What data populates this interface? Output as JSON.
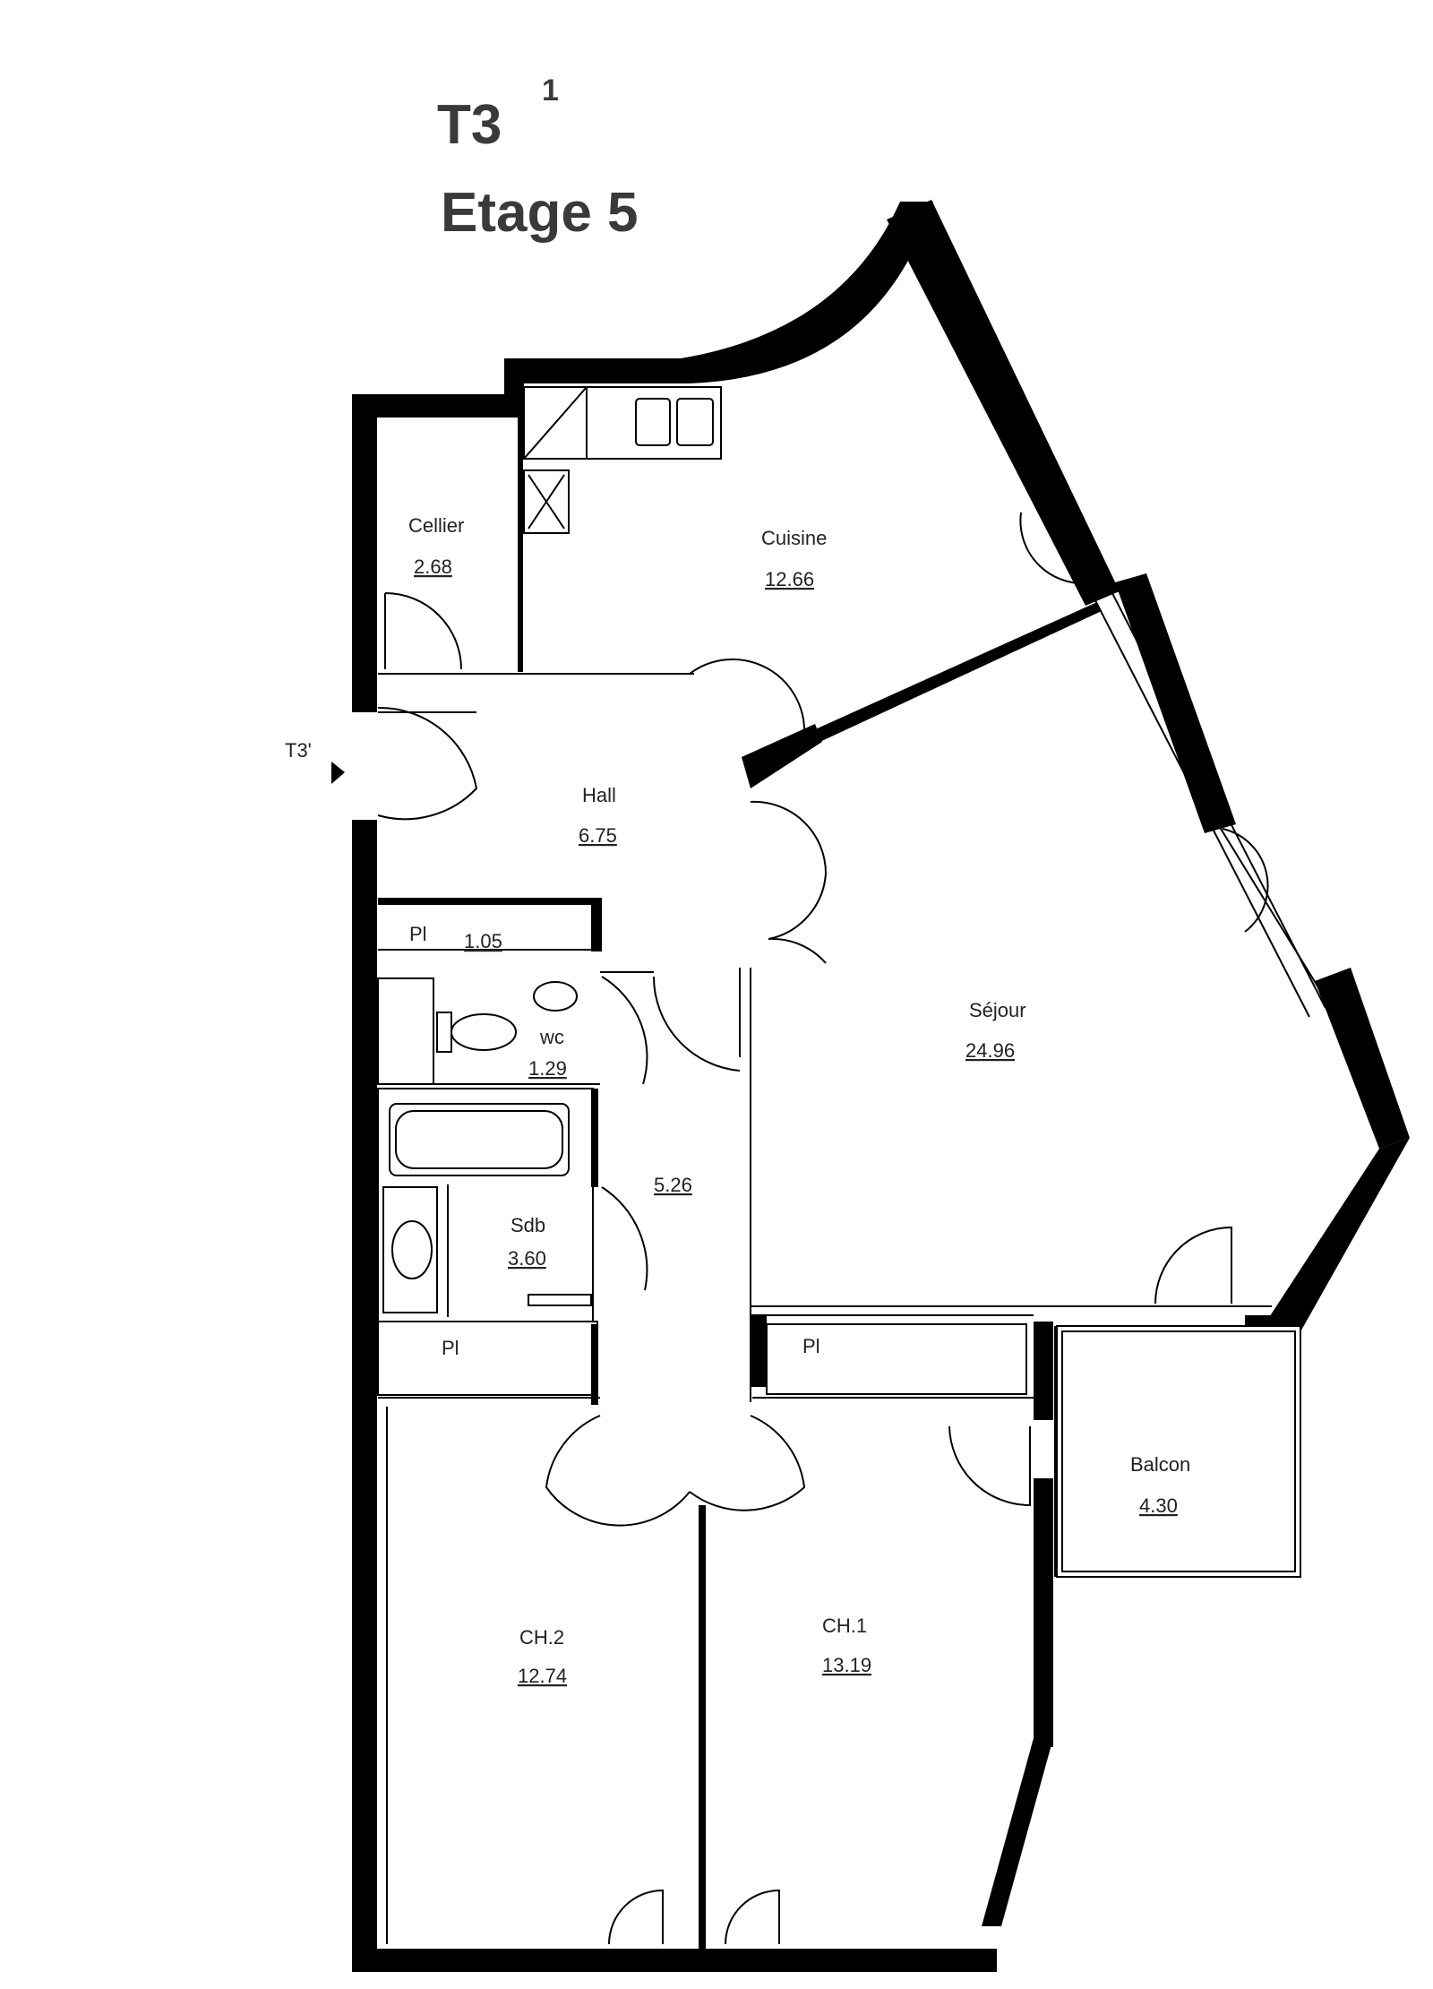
{
  "title": {
    "unit": "T3",
    "unit_sup": "1",
    "floor": "Etage 5"
  },
  "entrance_label": "T3'",
  "rooms": [
    {
      "id": "cellier",
      "name": "Cellier",
      "area": "2.68"
    },
    {
      "id": "cuisine",
      "name": "Cuisine",
      "area": "12.66"
    },
    {
      "id": "hall",
      "name": "Hall",
      "area": "6.75"
    },
    {
      "id": "placard1",
      "name": "Pl",
      "area": "1.05"
    },
    {
      "id": "wc",
      "name": "wc",
      "area": "1.29"
    },
    {
      "id": "degagement",
      "name": "",
      "area": "5.26"
    },
    {
      "id": "sdb",
      "name": "Sdb",
      "area": "3.60"
    },
    {
      "id": "placard2",
      "name": "Pl",
      "area": ""
    },
    {
      "id": "placard3",
      "name": "Pl",
      "area": ""
    },
    {
      "id": "sejour",
      "name": "Séjour",
      "area": "24.96"
    },
    {
      "id": "balcon",
      "name": "Balcon",
      "area": "4.30"
    },
    {
      "id": "ch2",
      "name": "CH.2",
      "area": "12.74"
    },
    {
      "id": "ch1",
      "name": "CH.1",
      "area": "13.19"
    }
  ]
}
